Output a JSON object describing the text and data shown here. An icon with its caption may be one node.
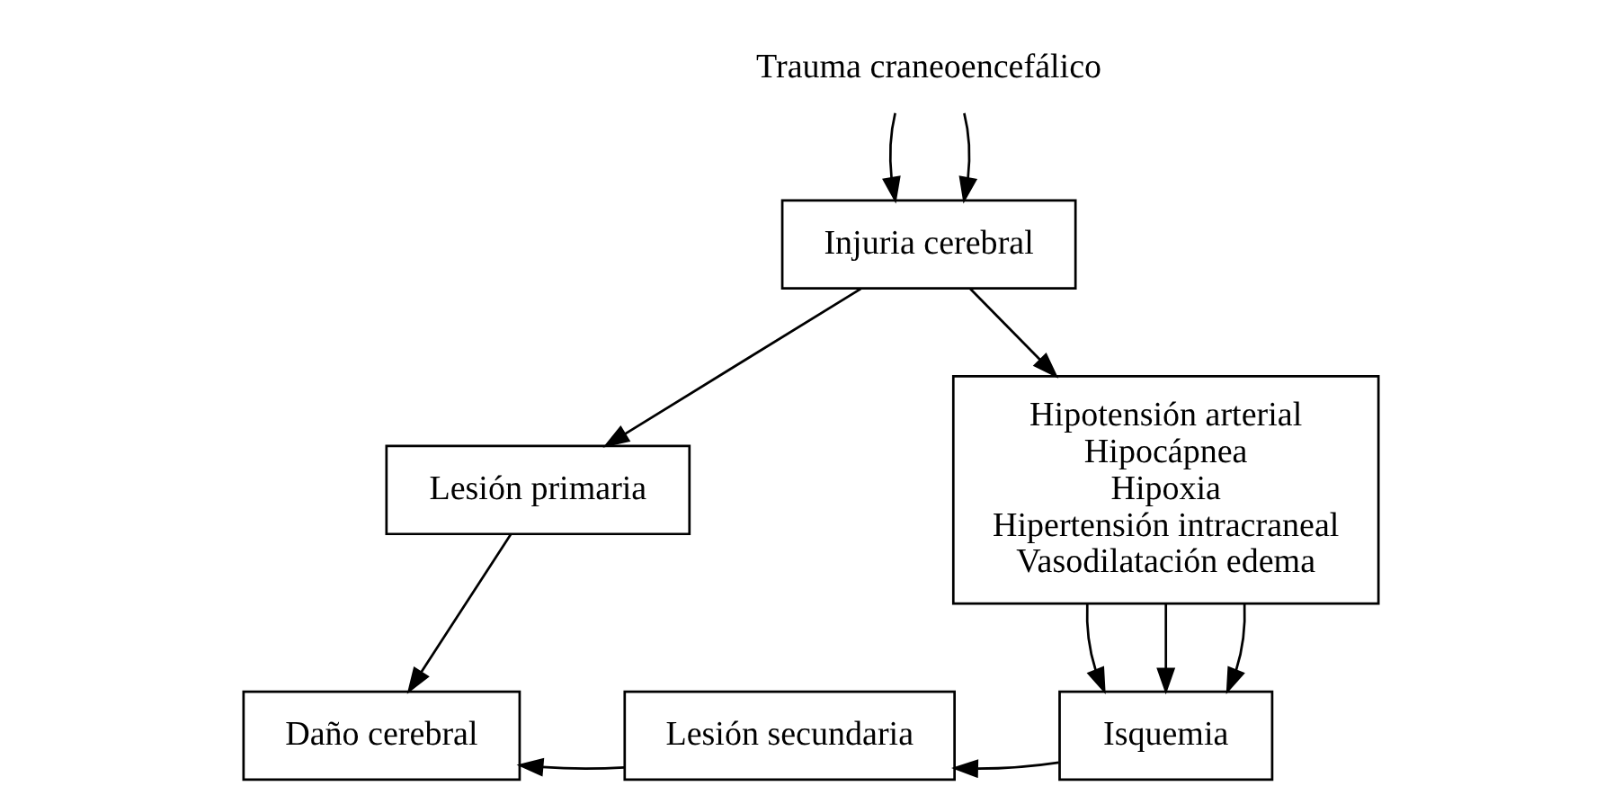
{
  "diagram": {
    "nodes": [
      {
        "text": [
          "Trauma craneoencefálico"
        ]
      },
      {
        "text": [
          "Injuria cerebral"
        ]
      },
      {
        "text": [
          "Lesión primaria"
        ]
      },
      {
        "text": [
          "Hipotensión arterial",
          "Hipocápnea",
          "Hipoxia",
          "Hipertensión intracraneal",
          "Vasodilatación edema"
        ]
      },
      {
        "text": [
          "Daño cerebral"
        ]
      },
      {
        "text": [
          "Lesión secundaria"
        ]
      },
      {
        "text": [
          "Isquemia"
        ]
      }
    ],
    "edges": [
      {
        "from": 0,
        "to": 1,
        "arrow": "to"
      },
      {
        "from": 0,
        "to": 1,
        "arrow": "to"
      },
      {
        "from": 1,
        "to": 2,
        "arrow": "to"
      },
      {
        "from": 1,
        "to": 3,
        "arrow": "to"
      },
      {
        "from": 2,
        "to": 4,
        "arrow": "to"
      },
      {
        "from": 3,
        "to": 6,
        "arrow": "to"
      },
      {
        "from": 3,
        "to": 6,
        "arrow": "to"
      },
      {
        "from": 3,
        "to": 6,
        "arrow": "to"
      },
      {
        "from": 6,
        "to": 5,
        "arrow": "to"
      },
      {
        "from": 5,
        "to": 4,
        "arrow": "to"
      }
    ]
  }
}
